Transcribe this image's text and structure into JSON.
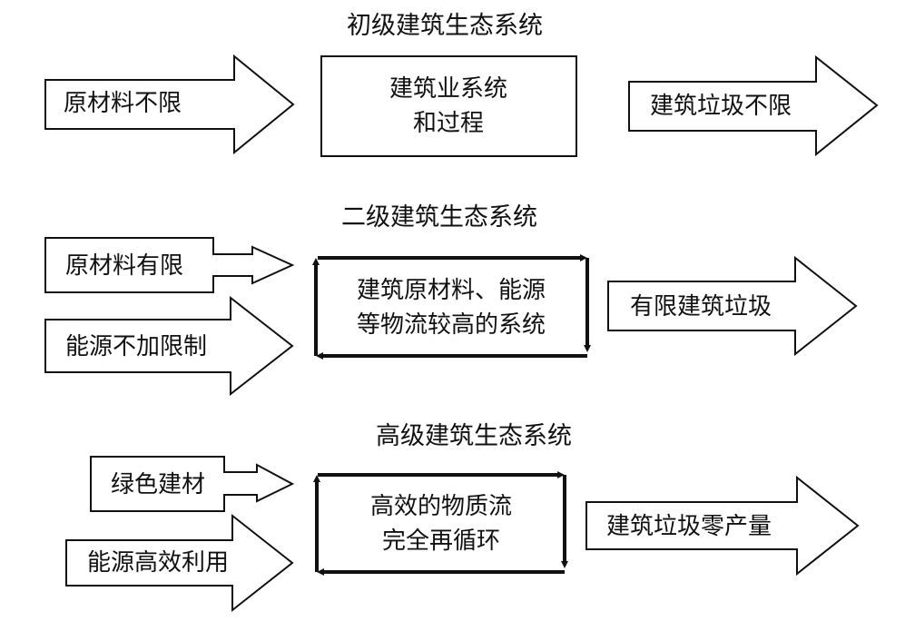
{
  "level1": {
    "title": "初级建筑生态系统",
    "input_label": "原材料不限",
    "process_line1": "建筑业系统",
    "process_line2": "和过程",
    "output_label": "建筑垃圾不限"
  },
  "level2": {
    "title": "二级建筑生态系统",
    "input1_label": "原材料有限",
    "input2_label": "能源不加限制",
    "process_line1": "建筑原材料、能源",
    "process_line2": "等物流较高的系统",
    "output_label": "有限建筑垃圾"
  },
  "level3": {
    "title": "高级建筑生态系统",
    "input1_label": "绿色建材",
    "input2_label": "能源高效利用",
    "process_line1": "高效的物质流",
    "process_line2": "完全再循环",
    "output_label": "建筑垃圾零产量"
  }
}
